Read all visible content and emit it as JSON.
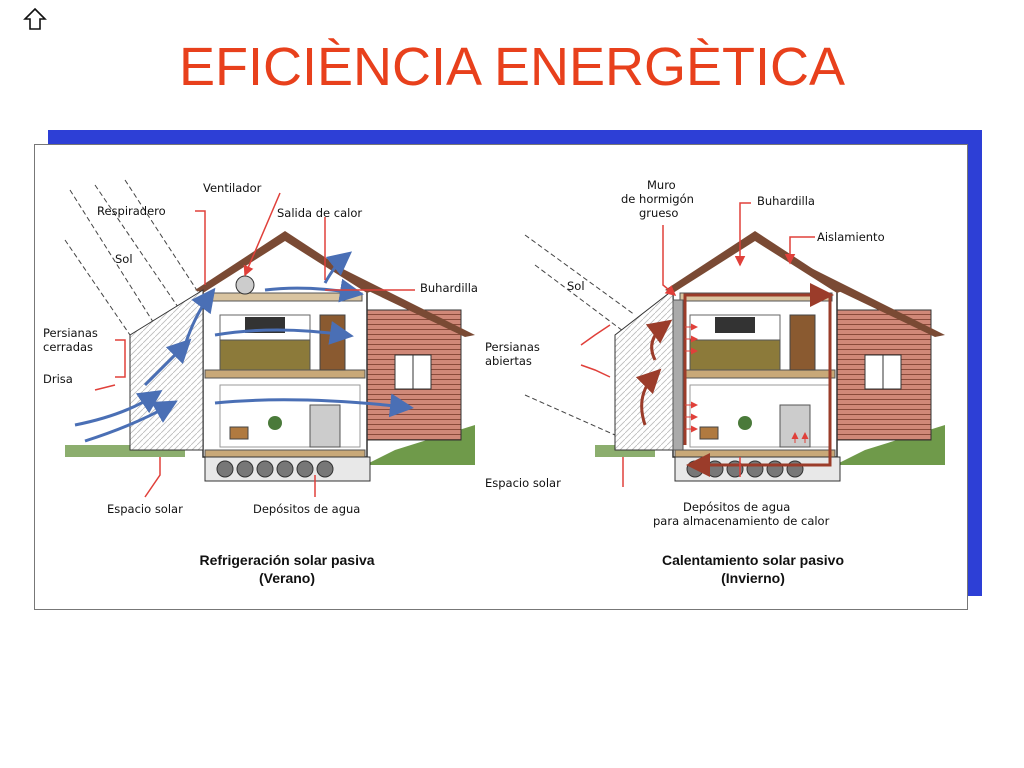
{
  "header": {
    "title": "EFICIÈNCIA ENERGÈTICA",
    "home_icon": "up-arrow-outline-icon"
  },
  "colors": {
    "title": "#e8401c",
    "frame_shadow": "#2d3fd6",
    "callout_line": "#e0403a",
    "cool_air": "#4a6fb5",
    "warm_air": "#9b3c2a",
    "wall_siding": "#c9776a",
    "roof": "#7a4a34",
    "grass": "#6f9a4a"
  },
  "summer_diagram": {
    "labels": {
      "ventilador": "Ventilador",
      "respiradero": "Respiradero",
      "salida_calor": "Salida de calor",
      "sol": "Sol",
      "buhardilla": "Buhardilla",
      "persianas_1": "Persianas",
      "persianas_2": "cerradas",
      "drisa": "Drisa",
      "espacio_solar": "Espacio solar",
      "depositos": "Depósitos de agua"
    },
    "caption_1": "Refrigeración solar pasiva",
    "caption_2": "(Verano)"
  },
  "winter_diagram": {
    "labels": {
      "muro_1": "Muro",
      "muro_2": "de hormigón",
      "muro_3": "grueso",
      "buhardilla": "Buhardilla",
      "aislamiento": "Aislamiento",
      "sol": "Sol",
      "persianas_1": "Persianas",
      "persianas_2": "abiertas",
      "espacio_solar": "Espacio solar",
      "depositos_1": "Depósitos de agua",
      "depositos_2": "para almacenamiento de calor"
    },
    "caption_1": "Calentamiento solar pasivo",
    "caption_2": "(Invierno)"
  }
}
